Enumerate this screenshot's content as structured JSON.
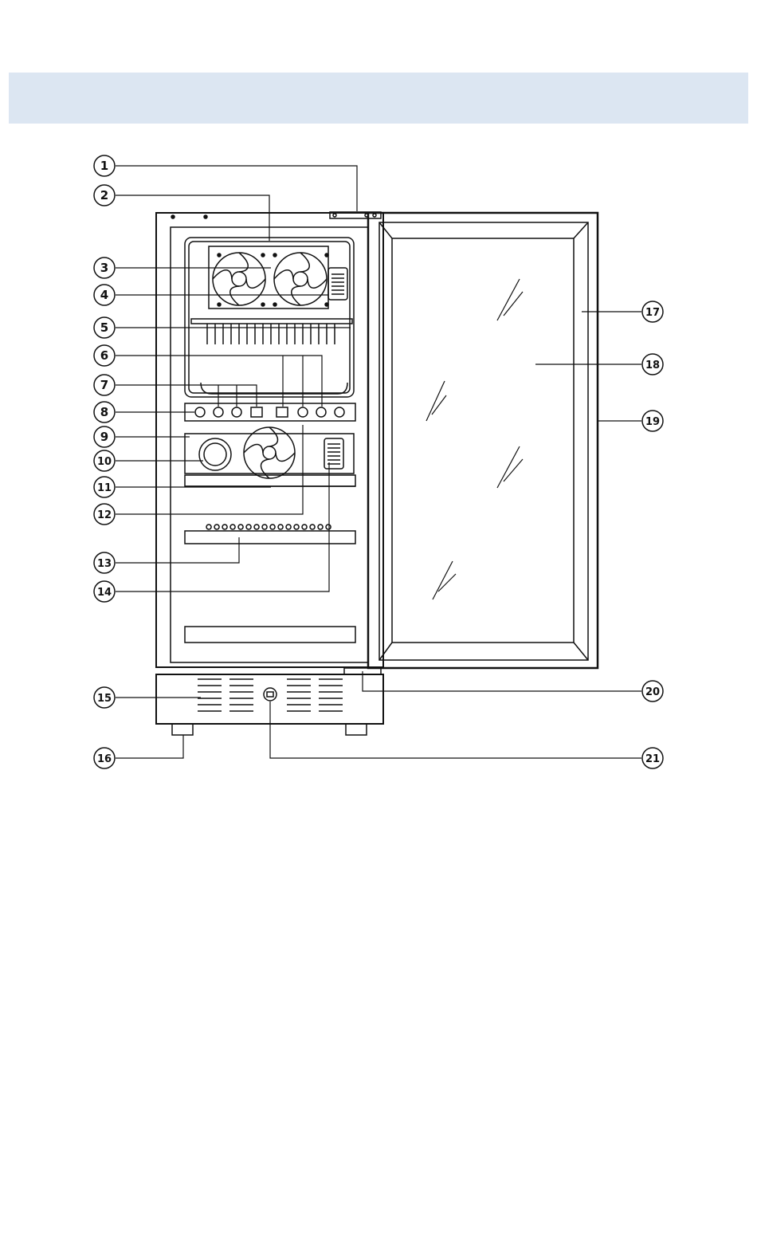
{
  "colors": {
    "banner": "#dce6f2",
    "line": "#111111"
  },
  "callouts": [
    "1",
    "2",
    "3",
    "4",
    "5",
    "6",
    "7",
    "8",
    "9",
    "10",
    "11",
    "12",
    "13",
    "14",
    "15",
    "16",
    "17",
    "18",
    "19",
    "20",
    "21"
  ]
}
